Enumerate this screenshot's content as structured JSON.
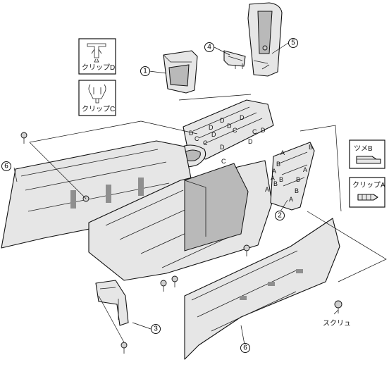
{
  "callouts": [
    "1",
    "2",
    "3",
    "4",
    "5",
    "6",
    "6"
  ],
  "legend": {
    "clip_d": "クリップD",
    "clip_c": "クリップC",
    "tab_b": "ツメB",
    "clip_a": "クリップA"
  },
  "screw_label": "スクリュ",
  "clip_letters": {
    "top_panel": [
      "D",
      "D",
      "D",
      "D",
      "D",
      "D",
      "D",
      "C",
      "C",
      "C",
      "C",
      "C",
      "D",
      "D"
    ],
    "side_panel": [
      "A",
      "A",
      "A",
      "A",
      "A",
      "B",
      "B",
      "B",
      "B",
      "B",
      "B",
      "A"
    ]
  }
}
